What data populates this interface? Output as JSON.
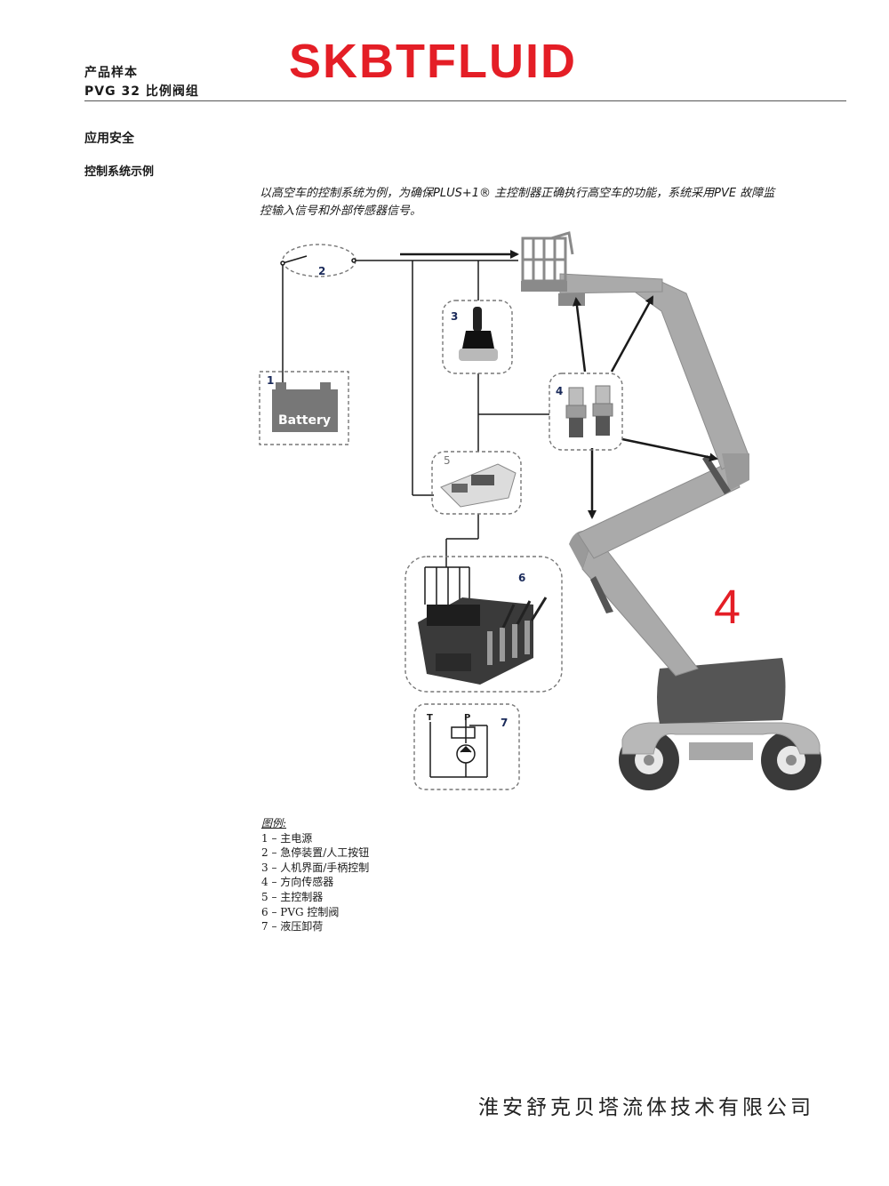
{
  "header": {
    "line1": "产品样本",
    "line2": "PVG 32 比例阀组",
    "brand": "SKBTFLUID"
  },
  "section": {
    "title": "应用安全",
    "subtitle": "控制系统示例",
    "intro_line1": "以高空车的控制系统为例，为确保PLUS+1® 主控制器正确执行高空车的功能，系统采用PVE 故障监",
    "intro_line2": "控输入信号和外部传感器信号。"
  },
  "diagram": {
    "battery_label": "Battery",
    "callouts": [
      "1",
      "2",
      "3",
      "4",
      "5",
      "6",
      "7"
    ],
    "port_t": "T",
    "port_p": "P",
    "big_number": "4"
  },
  "legend": {
    "title": "图例:",
    "items": [
      "1 – 主电源",
      "2 – 急停装置/人工按钮",
      "3 – 人机界面/手柄控制",
      "4 – 方向传感器",
      "5 – 主控制器",
      "6 – PVG 控制阀",
      "7 – 液压卸荷"
    ]
  },
  "footer": {
    "company": "淮安舒克贝塔流体技术有限公司"
  }
}
